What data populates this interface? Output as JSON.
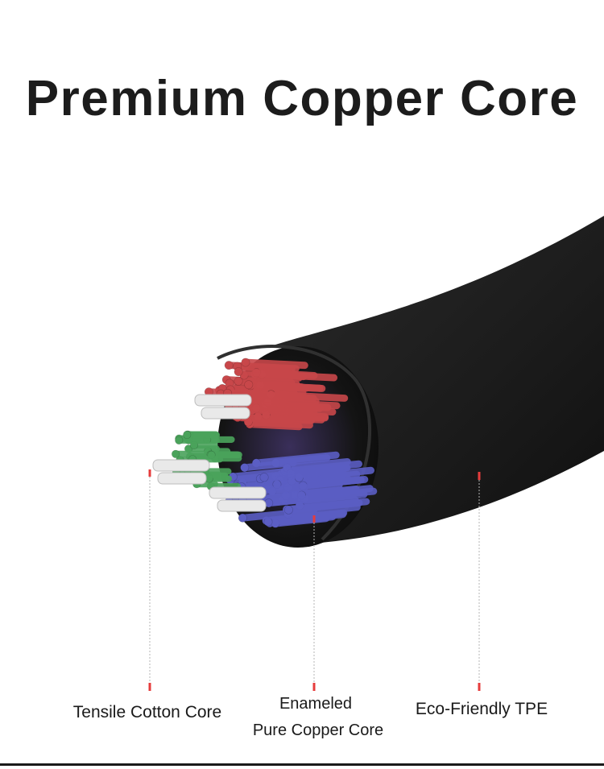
{
  "heading": "Premium Copper Core",
  "callouts": {
    "tensile_core": "Tensile Cotton Core",
    "copper_line1": "Enameled",
    "copper_line2": "Pure Copper Core",
    "jacket": "Eco-Friendly TPE"
  },
  "colors": {
    "title": "#1c1c1c",
    "jacket": "#1c1c1c",
    "red_wire": "#c8474a",
    "blue_wire": "#5b5ec4",
    "green_wire": "#4aa35b",
    "cotton": "#e9e9e9",
    "marker": "#e63c3c"
  }
}
